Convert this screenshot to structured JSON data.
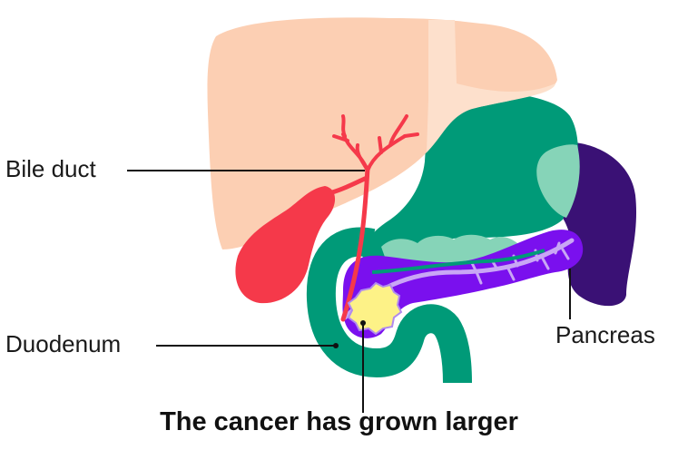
{
  "labels": {
    "bile_duct": "Bile duct",
    "duodenum": "Duodenum",
    "pancreas": "Pancreas"
  },
  "caption": "The cancer has grown larger",
  "colors": {
    "liver": "#fccfb3",
    "liver_overlap": "#fde0cc",
    "stomach": "#009a78",
    "stomach_overlap_spleen": "#86d4b8",
    "spleen": "#3a1175",
    "gallbladder": "#f5394a",
    "bile_duct": "#f5394a",
    "duodenum": "#009a78",
    "pancreas": "#7a10ee",
    "pancreatic_duct": "#c9a6f5",
    "tumour": "#fdf287",
    "leader_line": "#111111"
  }
}
